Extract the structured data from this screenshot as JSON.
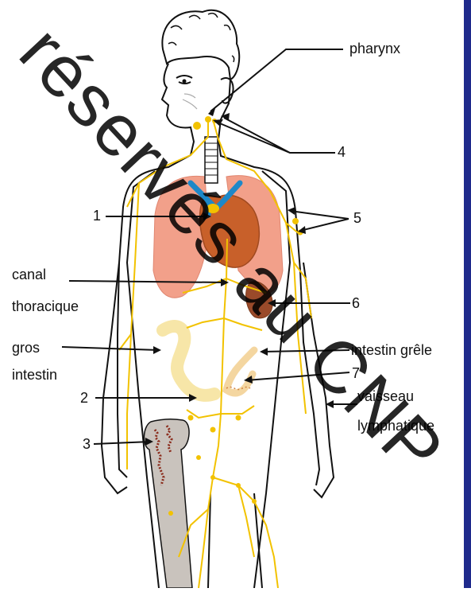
{
  "labels": {
    "pharynx": "pharynx",
    "n4": "4",
    "n1": "1",
    "n5": "5",
    "canal": "canal",
    "thoracique": "thoracique",
    "n6": "6",
    "gros": "gros",
    "intestin": "intestin",
    "intestin_grele": "intestin grêle",
    "n7": "7",
    "n2": "2",
    "vaisseau": "vaisseau",
    "lymphatique": "lymphatique",
    "n3": "3"
  },
  "watermark": "réservés au CNP",
  "colors": {
    "lymph": "#f2c200",
    "lung": "#f2a08a",
    "heart": "#c8602a",
    "vessel": "#1e88c8",
    "spleen": "#9a4a2a",
    "outline": "#111111",
    "bone": "#c9c3bd",
    "marrow": "#8a2a1a",
    "border": "#1f2a8c"
  }
}
